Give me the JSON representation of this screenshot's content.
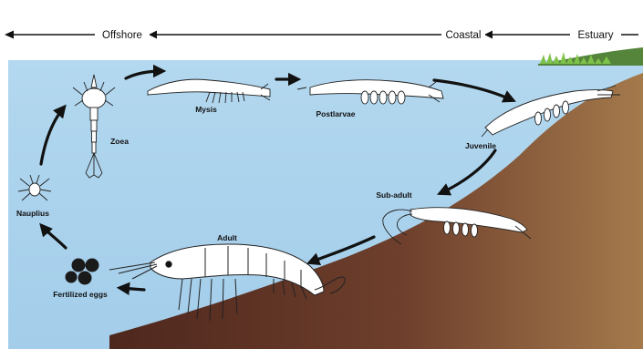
{
  "zones": {
    "offshore": "Offshore",
    "coastal": "Coastal",
    "estuary": "Estuary"
  },
  "stages": {
    "nauplius": "Nauplius",
    "zoea": "Zoea",
    "mysis": "Mysis",
    "postlarvae": "Postlarvae",
    "juvenile": "Juvenile",
    "sub_adult": "Sub-adult",
    "adult": "Adult",
    "fertilized_eggs": "Fertilized eggs"
  },
  "colors": {
    "water": "#a9d2ec",
    "seabed_light": "#5a2e22",
    "seabed_dark": "#a2754a",
    "land": "#55853b",
    "grass": "#7fc24a",
    "arrow": "#111111"
  }
}
